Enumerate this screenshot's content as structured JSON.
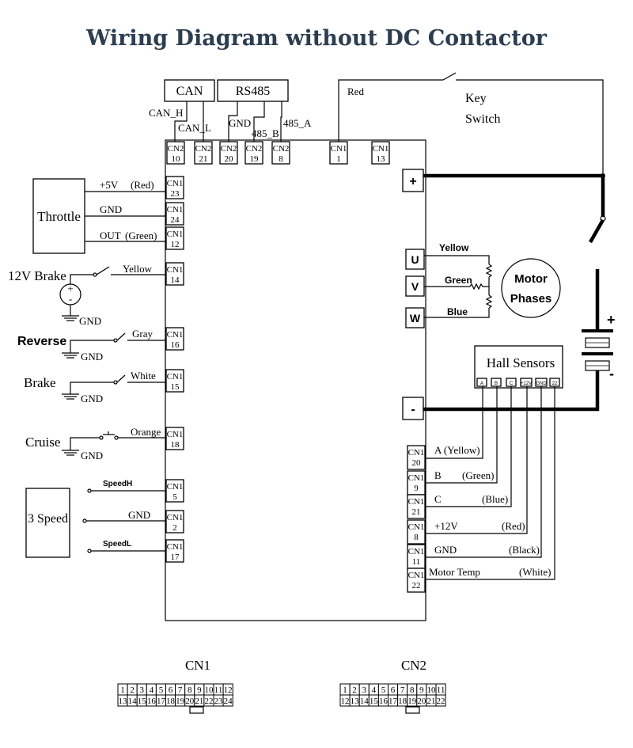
{
  "title": "Wiring Diagram without DC Contactor",
  "top": {
    "can_box": "CAN",
    "rs485_box": "RS485",
    "can_h": "CAN_H",
    "can_l": "CAN_L",
    "gnd": "GND",
    "b485": "485_B",
    "a485": "485_A",
    "red": "Red",
    "key1": "Key",
    "key2": "Switch"
  },
  "top_pins": [
    {
      "conn": "CN2",
      "num": "10"
    },
    {
      "conn": "CN2",
      "num": "21"
    },
    {
      "conn": "CN2",
      "num": "20"
    },
    {
      "conn": "CN2",
      "num": "19"
    },
    {
      "conn": "CN2",
      "num": "8"
    },
    {
      "conn": "CN1",
      "num": "1"
    },
    {
      "conn": "CN1",
      "num": "13"
    }
  ],
  "left_pins": [
    {
      "conn": "CN1",
      "num": "23"
    },
    {
      "conn": "CN1",
      "num": "24"
    },
    {
      "conn": "CN1",
      "num": "12"
    },
    {
      "conn": "CN1",
      "num": "14"
    },
    {
      "conn": "CN1",
      "num": "16"
    },
    {
      "conn": "CN1",
      "num": "15"
    },
    {
      "conn": "CN1",
      "num": "18"
    },
    {
      "conn": "CN1",
      "num": "5"
    },
    {
      "conn": "CN1",
      "num": "2"
    },
    {
      "conn": "CN1",
      "num": "17"
    }
  ],
  "left": {
    "throttle": "Throttle",
    "plus5v": "+5V",
    "red": "(Red)",
    "gnd": "GND",
    "out": "OUT",
    "green": "(Green)",
    "brake12": "12V Brake",
    "yellow": "Yellow",
    "reverse": "Reverse",
    "gray": "Gray",
    "brake": "Brake",
    "white": "White",
    "cruise": "Cruise",
    "orange": "Orange",
    "speed3": "3 Speed",
    "speedh": "SpeedH",
    "speedl": "SpeedL",
    "plus": "+",
    "minus": "-"
  },
  "right": {
    "plus": "+",
    "minus": "-",
    "u": "U",
    "v": "V",
    "w": "W",
    "yellow": "Yellow",
    "green": "Green",
    "blue": "Blue",
    "motor1": "Motor",
    "motor2": "Phases",
    "hall": "Hall Sensors",
    "hall_pins": [
      "A",
      "B",
      "C",
      "+12V",
      "GND",
      "22"
    ],
    "batt_plus": "+",
    "batt_minus": "-"
  },
  "right_pins": [
    {
      "conn": "CN1",
      "num": "20",
      "label": "A (Yellow)",
      "color": ""
    },
    {
      "conn": "CN1",
      "num": "9",
      "label": "B",
      "color": "(Green)"
    },
    {
      "conn": "CN1",
      "num": "21",
      "label": "C",
      "color": "(Blue)"
    },
    {
      "conn": "CN1",
      "num": "8",
      "label": "+12V",
      "color": "(Red)"
    },
    {
      "conn": "CN1",
      "num": "11",
      "label": "GND",
      "color": "(Black)"
    },
    {
      "conn": "CN1",
      "num": "22",
      "label": "Motor Temp",
      "color": "(White)"
    }
  ],
  "connectors": {
    "cn1": {
      "title": "CN1",
      "row1": [
        "1",
        "2",
        "3",
        "4",
        "5",
        "6",
        "7",
        "8",
        "9",
        "10",
        "11",
        "12"
      ],
      "row2": [
        "13",
        "14",
        "15",
        "16",
        "17",
        "18",
        "19",
        "20",
        "21",
        "22",
        "23",
        "24"
      ]
    },
    "cn2": {
      "title": "CN2",
      "row1": [
        "1",
        "2",
        "3",
        "4",
        "5",
        "6",
        "7",
        "8",
        "9",
        "10",
        "11"
      ],
      "row2": [
        "12",
        "13",
        "14",
        "15",
        "16",
        "17",
        "18",
        "19",
        "20",
        "21",
        "22"
      ]
    }
  }
}
